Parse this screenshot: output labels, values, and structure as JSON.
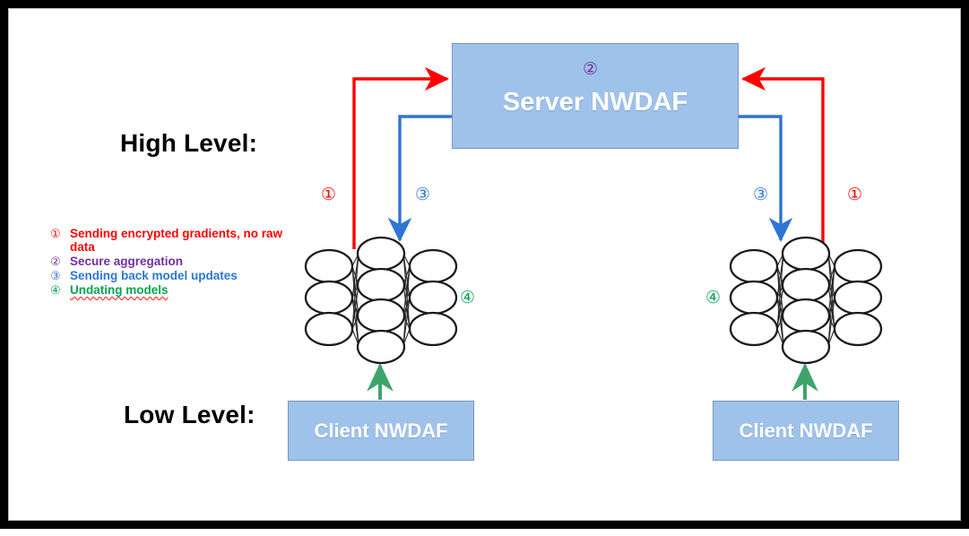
{
  "diagram": {
    "title_high": "High Level:",
    "title_low": "Low Level:",
    "server": {
      "label": "Server NWDAF",
      "badge": "②",
      "badge_color": "#7030A0",
      "fill": "#9FC2EB",
      "border": "#7796BD",
      "text_color": "#FFFFFF"
    },
    "clients": [
      {
        "label": "Client NWDAF",
        "side": "left"
      },
      {
        "label": "Client NWDAF",
        "side": "right"
      }
    ],
    "path_badges": [
      {
        "symbol": "①",
        "color": "#FF0000",
        "side": "left",
        "flow": "up-to-server"
      },
      {
        "symbol": "③",
        "color": "#2E75D4",
        "side": "left",
        "flow": "down-to-client"
      },
      {
        "symbol": "③",
        "color": "#2E75D4",
        "side": "right",
        "flow": "down-to-client"
      },
      {
        "symbol": "①",
        "color": "#FF0000",
        "side": "right",
        "flow": "up-to-server"
      }
    ],
    "update_badges": [
      {
        "symbol": "④",
        "color": "#00A550",
        "side": "left"
      },
      {
        "symbol": "④",
        "color": "#00A550",
        "side": "right"
      }
    ],
    "legend": [
      {
        "mark": "①",
        "color": "#FF0000",
        "text": "Sending encrypted gradients, no raw data",
        "misspelled": false
      },
      {
        "mark": "②",
        "color": "#7030A0",
        "text": "Secure aggregation",
        "misspelled": false
      },
      {
        "mark": "③",
        "color": "#2E75D4",
        "text": "Sending back model updates",
        "misspelled": false
      },
      {
        "mark": "④",
        "color": "#00A550",
        "text": "Undating models",
        "misspelled": true
      }
    ],
    "neural_networks": [
      {
        "side": "left",
        "layers": [
          3,
          4,
          3
        ],
        "node_color": "#1A1A1A"
      },
      {
        "side": "right",
        "layers": [
          3,
          4,
          3
        ],
        "node_color": "#1A1A1A"
      }
    ],
    "colors": {
      "gradient_arrow": "#FF0000",
      "update_arrow": "#2E75D4",
      "model_arrow": "#3DA46D",
      "frame": "#000000",
      "background": "#FFFFFF"
    }
  }
}
